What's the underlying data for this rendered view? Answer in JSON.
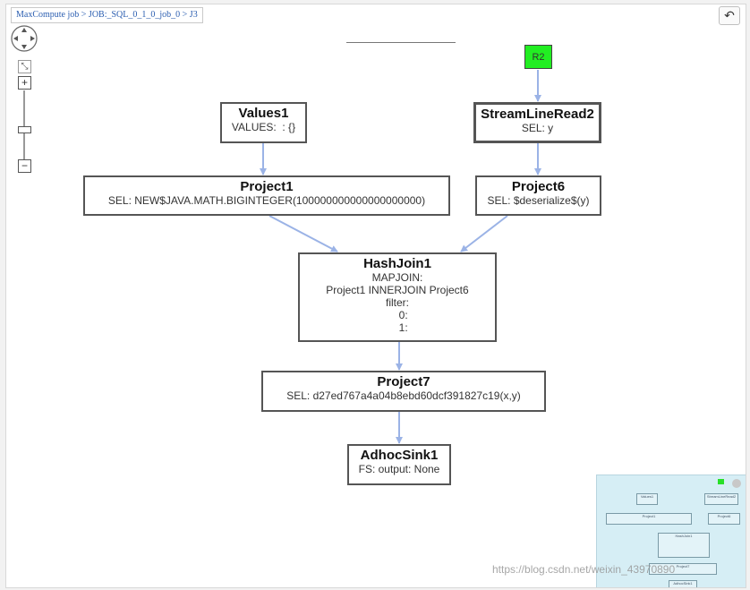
{
  "breadcrumb": {
    "root": "MaxCompute job",
    "sep1": ">",
    "job": "JOB:_SQL_0_1_0_job_0",
    "sep2": ">",
    "task": "J3"
  },
  "toolbar": {
    "back_icon": "undo-arrow-icon",
    "back_glyph": "↶",
    "zoom_in": "+",
    "zoom_out": "−",
    "fit_glyph": "⤡",
    "zoom_level": 0.45
  },
  "nodes": {
    "r2": {
      "label": "R2"
    },
    "values1": {
      "title": "Values1",
      "body": "VALUES:  : {}"
    },
    "streamlineread2": {
      "title": "StreamLineRead2",
      "body": "SEL: y"
    },
    "project1": {
      "title": "Project1",
      "body": "SEL: NEW$JAVA.MATH.BIGINTEGER(100000000000000000000)"
    },
    "project6": {
      "title": "Project6",
      "body": "SEL: $deserialize$(y)"
    },
    "hashjoin1": {
      "title": "HashJoin1",
      "body": "MAPJOIN:\nProject1 INNERJOIN Project6\nfilter:\n    0:\n    1:"
    },
    "project7": {
      "title": "Project7",
      "body": "SEL: d27ed767a4a04b8ebd60dcf391827c19(x,y)"
    },
    "adhocsink1": {
      "title": "AdhocSink1",
      "body": "FS: output: None"
    }
  },
  "minimap": {
    "values1": "Values1",
    "streamlineread2": "StreamLineRead2",
    "project1": "Project1",
    "project6": "Project6",
    "hashjoin1": "HashJoin1",
    "project7": "Project7",
    "adhocsink1": "AdhocSink1"
  },
  "watermark": "https://blog.csdn.net/weixin_43970890",
  "colors": {
    "edge": "#9bb3e6",
    "node_border": "#555555",
    "r2_fill": "#22ee22",
    "minimap_bg": "#d6eef5",
    "link": "#2a5db0"
  }
}
